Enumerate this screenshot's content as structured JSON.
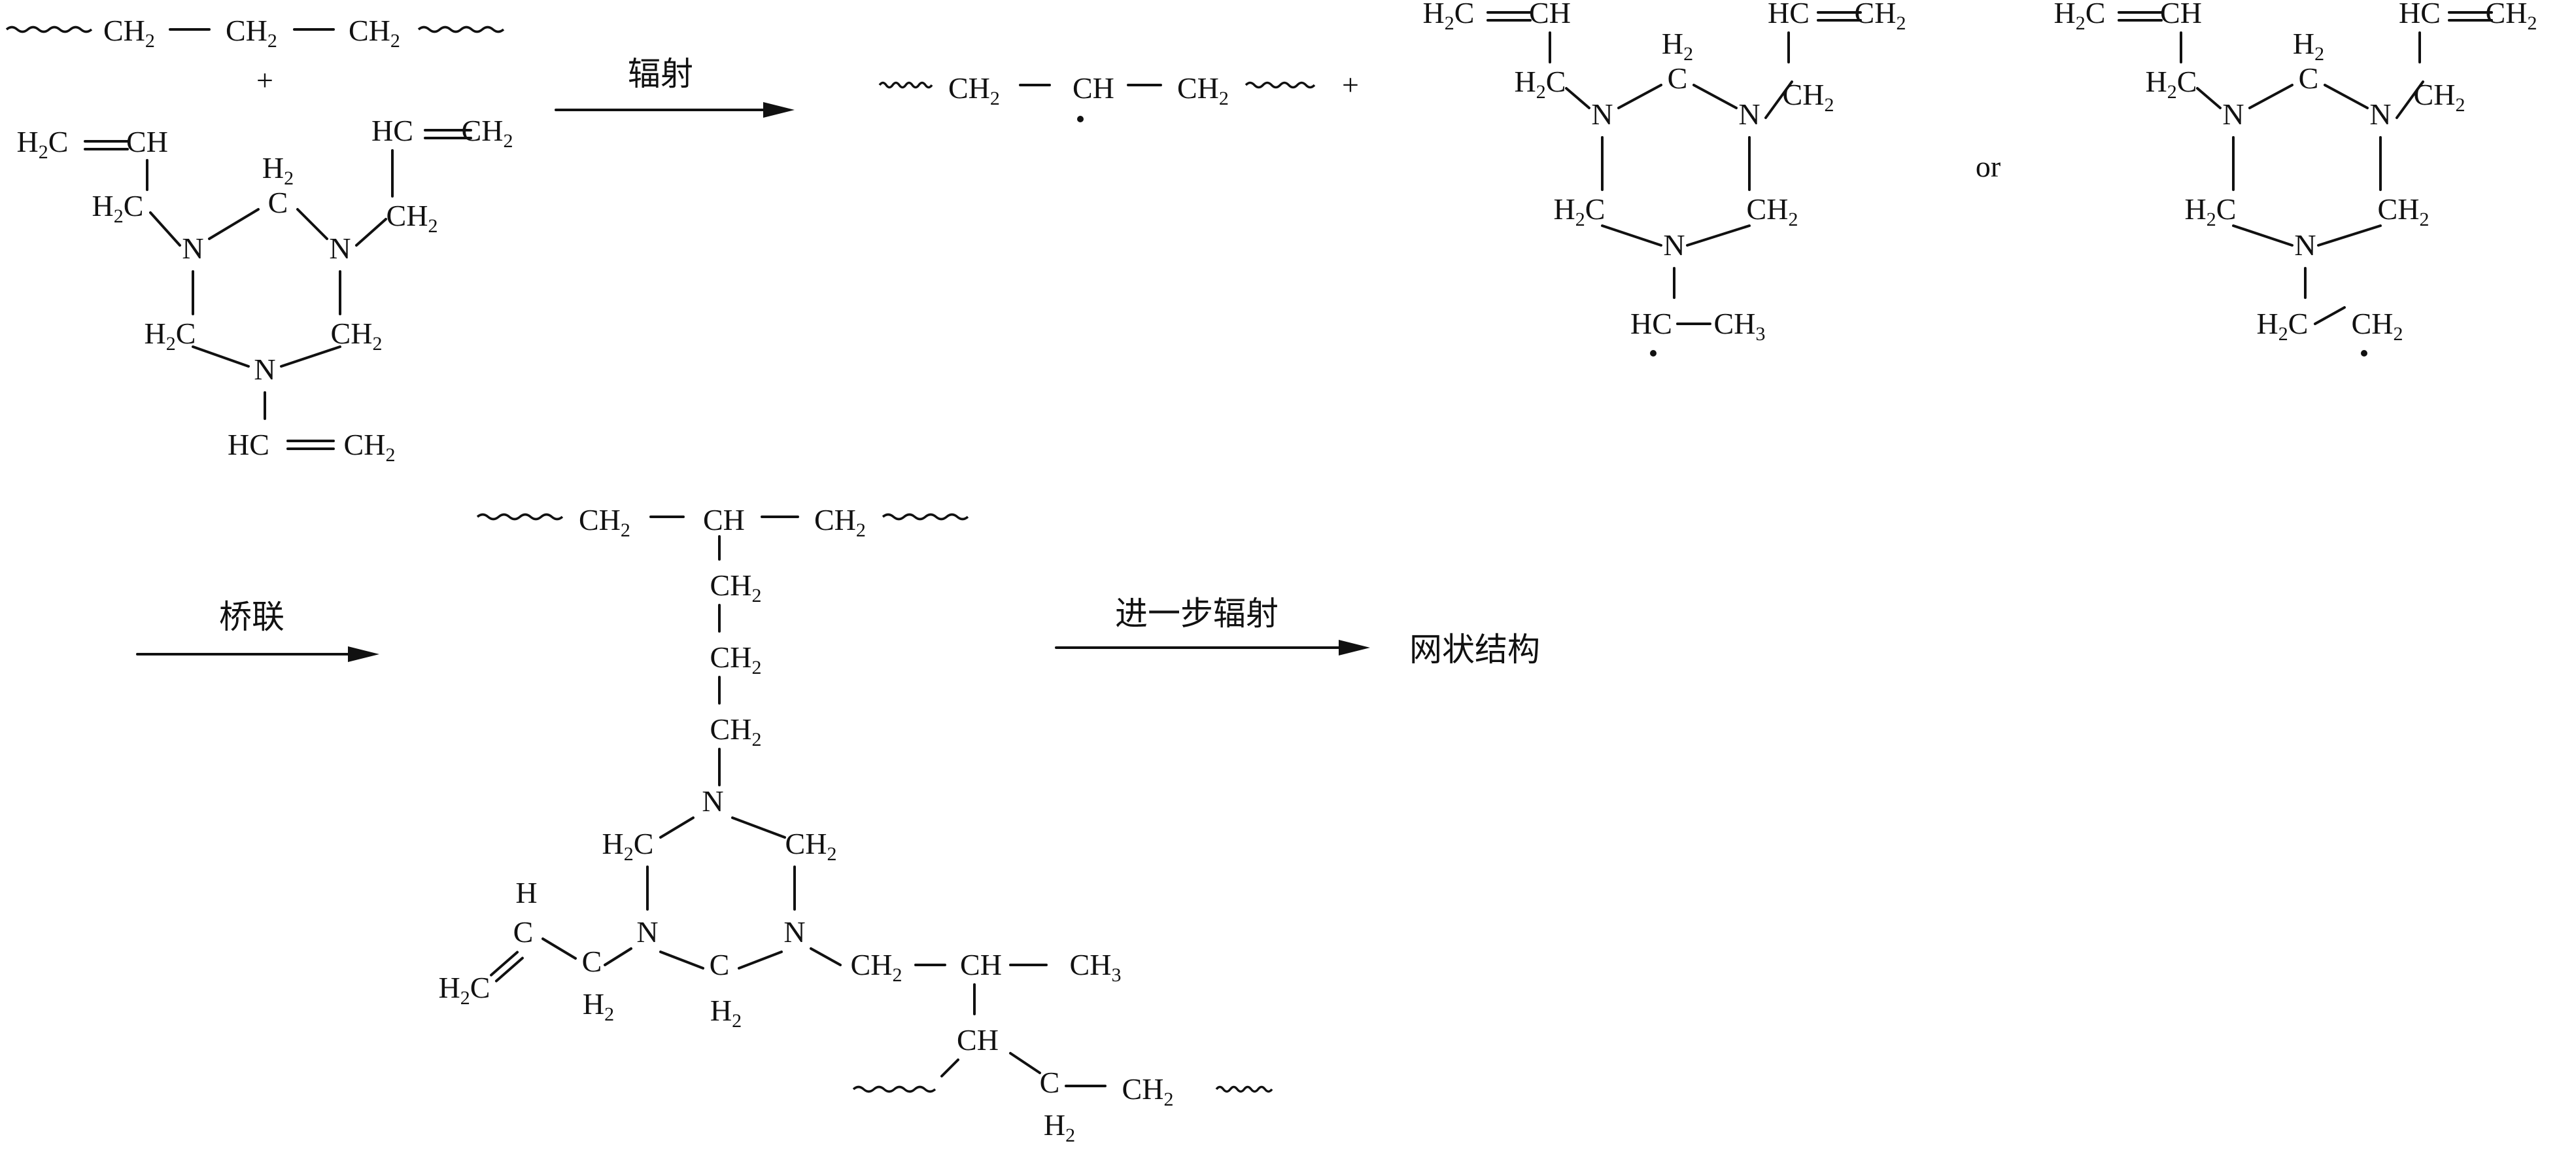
{
  "labels": {
    "plus": "+",
    "or": "or",
    "step1": "辐射",
    "step2": "桥联",
    "step3": "进一步辐射",
    "product": "网状结构"
  },
  "atoms": {
    "N": "N",
    "C": "C",
    "H": "H",
    "CH": "CH",
    "HC": "HC",
    "H2C": "H2C",
    "CH2": "CH2",
    "CH3": "CH3",
    "H2": "H2"
  }
}
